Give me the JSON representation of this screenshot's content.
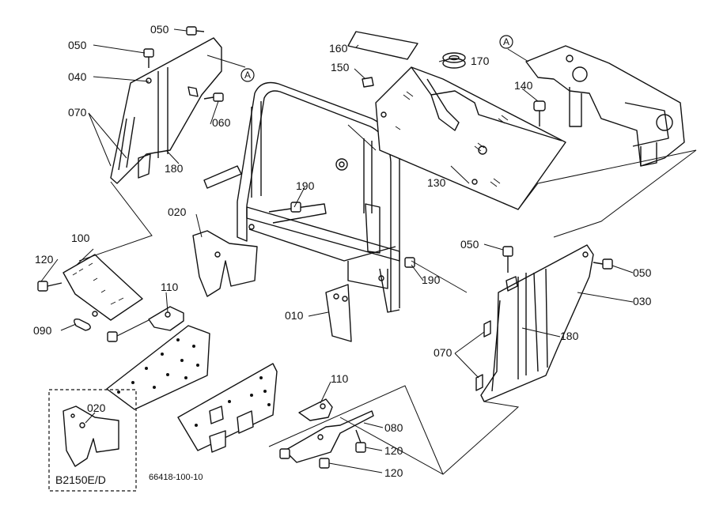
{
  "diagram": {
    "drawing_number": "66418-100-10",
    "variant_label": "B2150E/D",
    "reference_mark": "A",
    "callouts": {
      "c010": "010",
      "c020_main": "020",
      "c020_inset": "020",
      "c030": "030",
      "c040": "040",
      "c050_topleft": "050",
      "c050_top": "050",
      "c050_right_a": "050",
      "c050_right_b": "050",
      "c060": "060",
      "c070_left": "070",
      "c070_right": "070",
      "c080": "080",
      "c090": "090",
      "c100": "100",
      "c110_left": "110",
      "c110_bottom": "110",
      "c120_left": "120",
      "c120_bottom_a": "120",
      "c120_bottom_b": "120",
      "c130": "130",
      "c140": "140",
      "c150": "150",
      "c160": "160",
      "c170": "170",
      "c180_left": "180",
      "c180_right": "180",
      "c190_top": "190",
      "c190_right": "190"
    }
  }
}
